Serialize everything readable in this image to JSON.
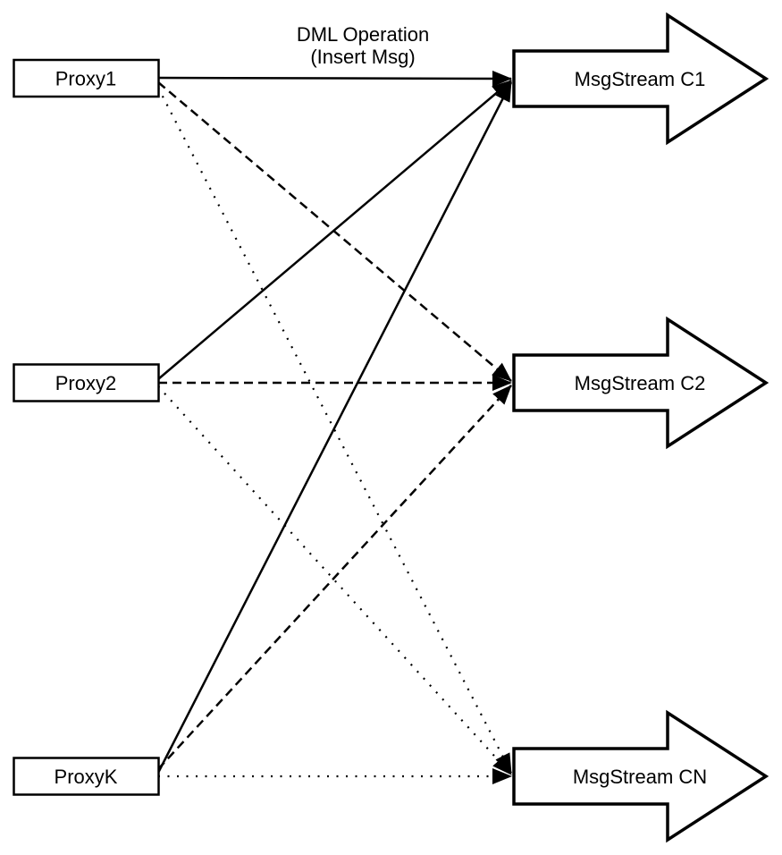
{
  "diagram": {
    "title_line1": "DML Operation",
    "title_line2": "(Insert Msg)"
  },
  "proxies": [
    {
      "label": "Proxy1"
    },
    {
      "label": "Proxy2"
    },
    {
      "label": "ProxyK"
    }
  ],
  "streams": [
    {
      "label": "MsgStream C1"
    },
    {
      "label": "MsgStream C2"
    },
    {
      "label": "MsgStream CN"
    }
  ],
  "edges": [
    {
      "from": "Proxy1",
      "to": "MsgStream C1",
      "style": "solid"
    },
    {
      "from": "Proxy2",
      "to": "MsgStream C1",
      "style": "solid"
    },
    {
      "from": "ProxyK",
      "to": "MsgStream C1",
      "style": "solid"
    },
    {
      "from": "Proxy1",
      "to": "MsgStream C2",
      "style": "dashed"
    },
    {
      "from": "Proxy2",
      "to": "MsgStream C2",
      "style": "dashed"
    },
    {
      "from": "ProxyK",
      "to": "MsgStream C2",
      "style": "dashed"
    },
    {
      "from": "Proxy1",
      "to": "MsgStream CN",
      "style": "dotted"
    },
    {
      "from": "Proxy2",
      "to": "MsgStream CN",
      "style": "dotted"
    },
    {
      "from": "ProxyK",
      "to": "MsgStream CN",
      "style": "dotted"
    }
  ],
  "colors": {
    "stroke": "#000000",
    "fill": "#ffffff",
    "background": "#ffffff"
  }
}
